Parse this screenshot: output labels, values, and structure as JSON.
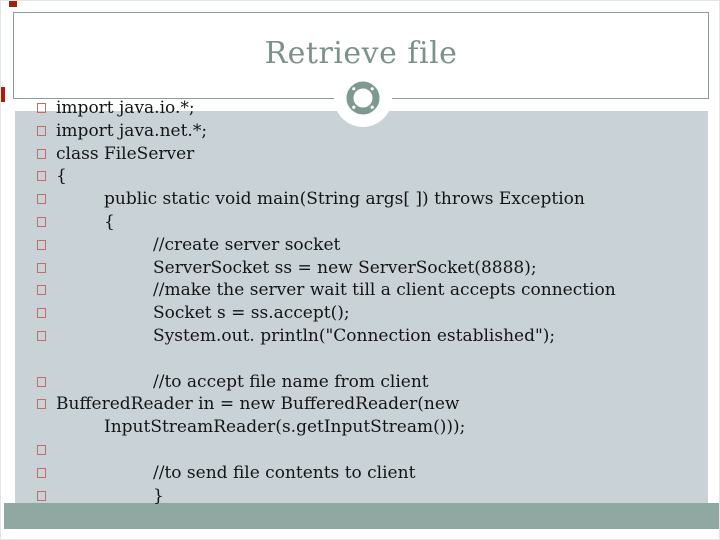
{
  "slide": {
    "title": "Retrieve file",
    "colors": {
      "panel": "#c9d2d7",
      "bottom_bar": "#8fa9a2",
      "title_text": "#7c918c",
      "box_border": "#8e9c9c",
      "bullet": "#bf6f63",
      "accent_red": "#a1200f",
      "code_text": "#141414",
      "ornament_ring": "#7e9992"
    },
    "icons": {
      "ornament": "circle-ring-ornament",
      "bullet": "hollow-square-bullet"
    },
    "code_lines": [
      {
        "bullet": true,
        "indent": 1,
        "text": "import java.io.*;"
      },
      {
        "bullet": true,
        "indent": 1,
        "text": "import java.net.*;"
      },
      {
        "bullet": true,
        "indent": 1,
        "text": "class FileServer"
      },
      {
        "bullet": true,
        "indent": 1,
        "text": "{"
      },
      {
        "bullet": true,
        "indent": 2,
        "text": "public static void main(String args[ ]) throws Exception"
      },
      {
        "bullet": true,
        "indent": 2,
        "text": "{"
      },
      {
        "bullet": true,
        "indent": 3,
        "text": "//create server socket"
      },
      {
        "bullet": true,
        "indent": 3,
        "text": "ServerSocket ss = new ServerSocket(8888);"
      },
      {
        "bullet": true,
        "indent": 3,
        "text": "//make the server wait till a client accepts connection"
      },
      {
        "bullet": true,
        "indent": 3,
        "text": "Socket s = ss.accept();"
      },
      {
        "bullet": true,
        "indent": 3,
        "text": "System.out. println(\"Connection established\");"
      },
      {
        "bullet": false,
        "indent": 1,
        "text": ""
      },
      {
        "bullet": true,
        "indent": 3,
        "text": "//to accept file name from client"
      },
      {
        "bullet": true,
        "indent": 1,
        "text": "BufferedReader in = new BufferedReader(new"
      },
      {
        "bullet": false,
        "indent": 2,
        "text": "InputStreamReader(s.getInputStream()));"
      },
      {
        "bullet": true,
        "indent": 1,
        "text": ""
      },
      {
        "bullet": true,
        "indent": 3,
        "text": "//to send file contents to client"
      },
      {
        "bullet": true,
        "indent": 3,
        "text": "}"
      }
    ]
  }
}
